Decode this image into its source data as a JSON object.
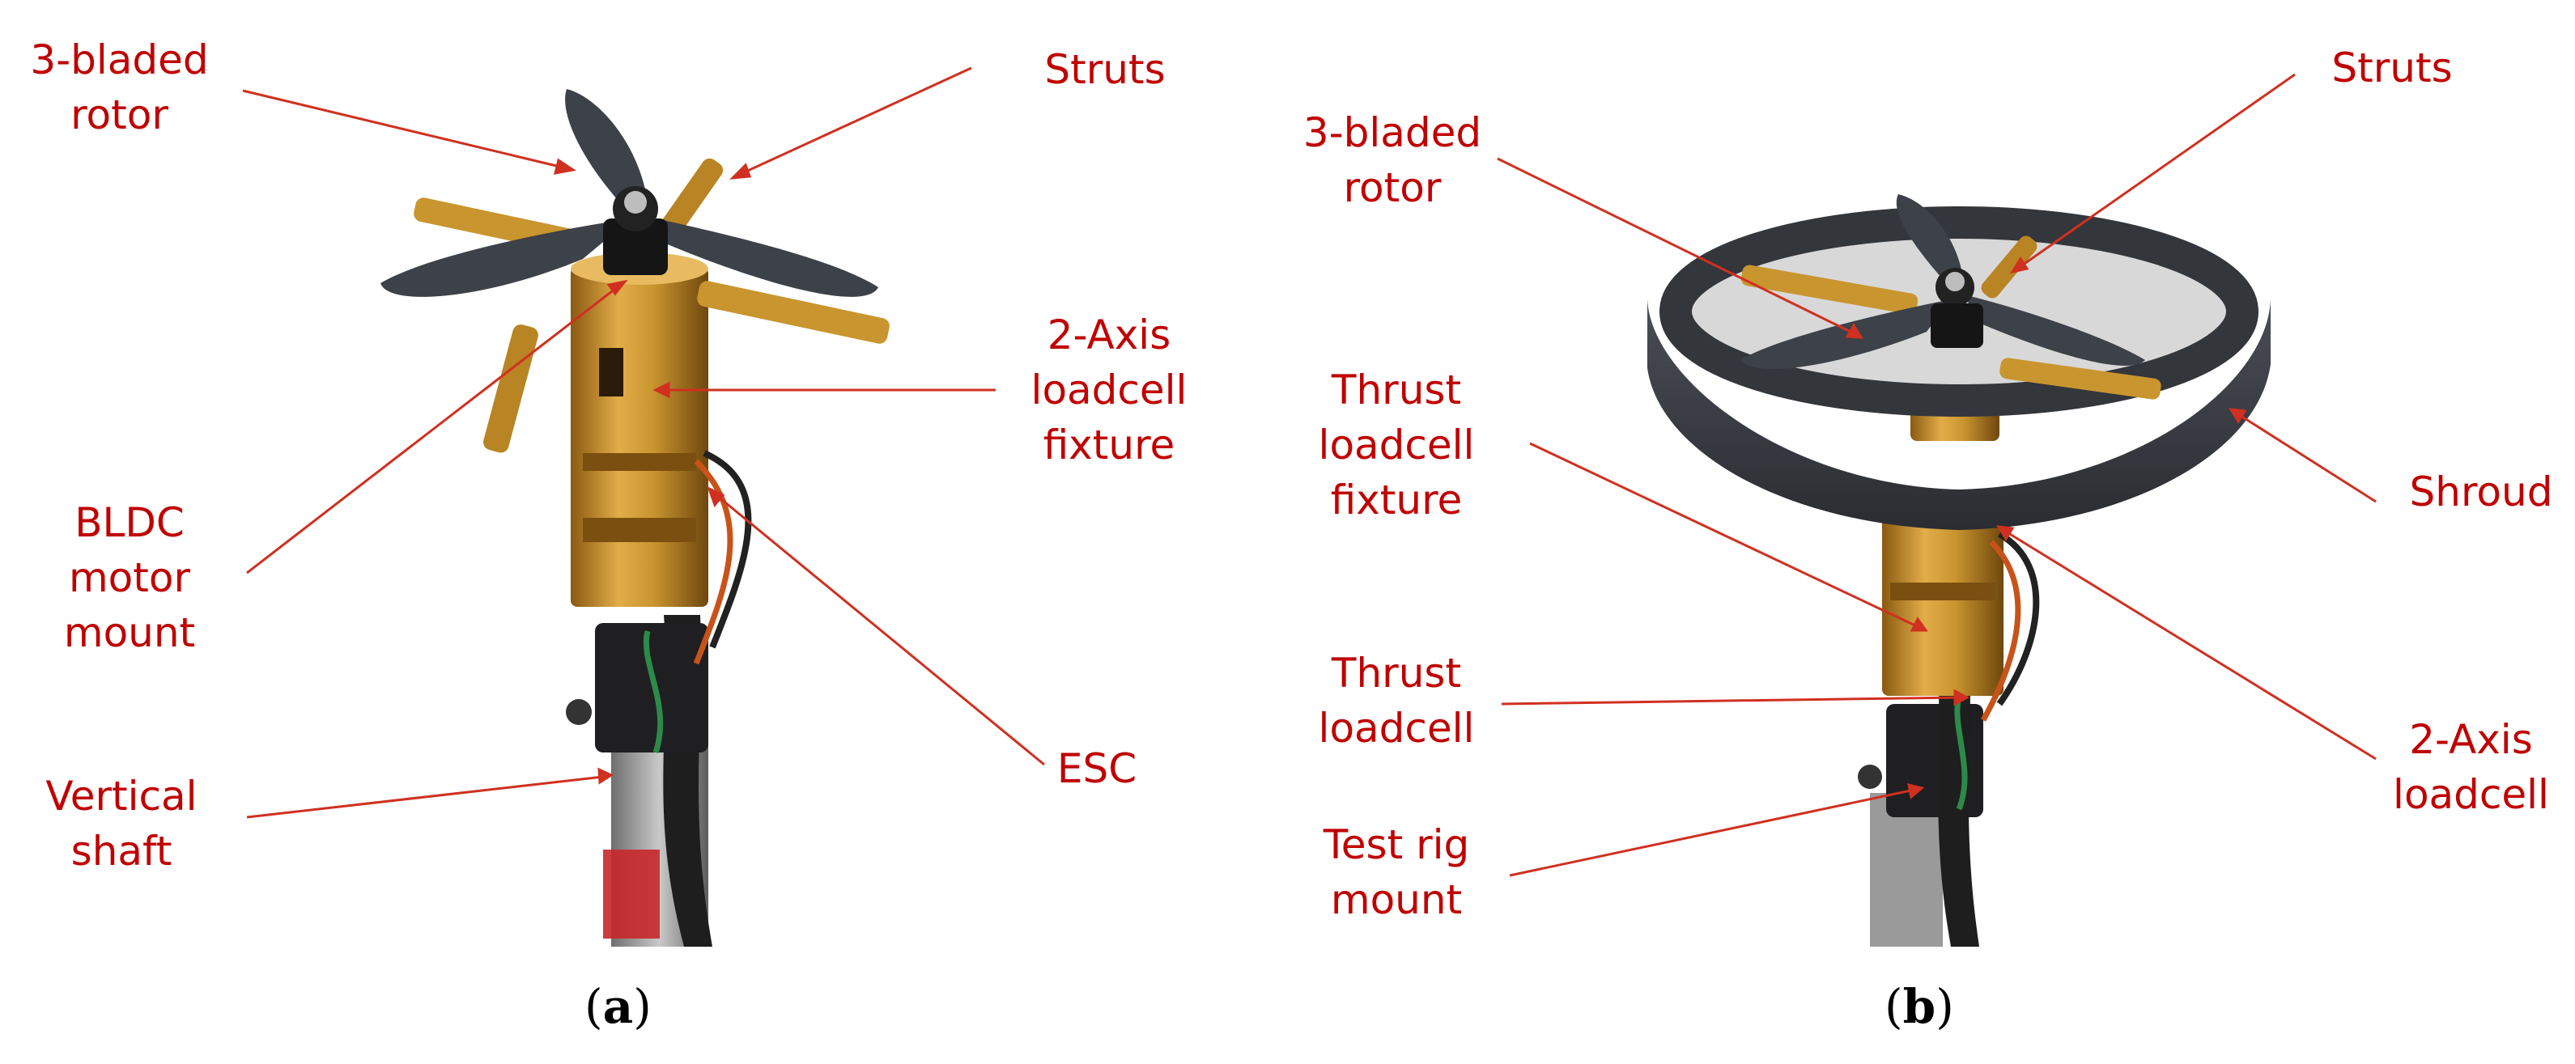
{
  "colors": {
    "label": "#c00000",
    "arrow": "#d03020",
    "brass": "#c9952f",
    "blade": "#3d4148"
  },
  "panel_a": {
    "caption_letter": "a",
    "labels": {
      "rotor": "3-bladed\nrotor",
      "struts": "Struts",
      "fixture": "2-Axis\nloadcell\nfixture",
      "mount": "BLDC\nmotor\nmount",
      "shaft": "Vertical\nshaft",
      "esc": "ESC"
    }
  },
  "panel_b": {
    "caption_letter": "b",
    "labels": {
      "rotor": "3-bladed\nrotor",
      "struts": "Struts",
      "thrust_fixture": "Thrust\nloadcell\nfixture",
      "shroud": "Shroud",
      "thrust_loadcell": "Thrust\nloadcell",
      "axis_loadcell": "2-Axis\nloadcell",
      "rig_mount": "Test rig\nmount"
    }
  }
}
